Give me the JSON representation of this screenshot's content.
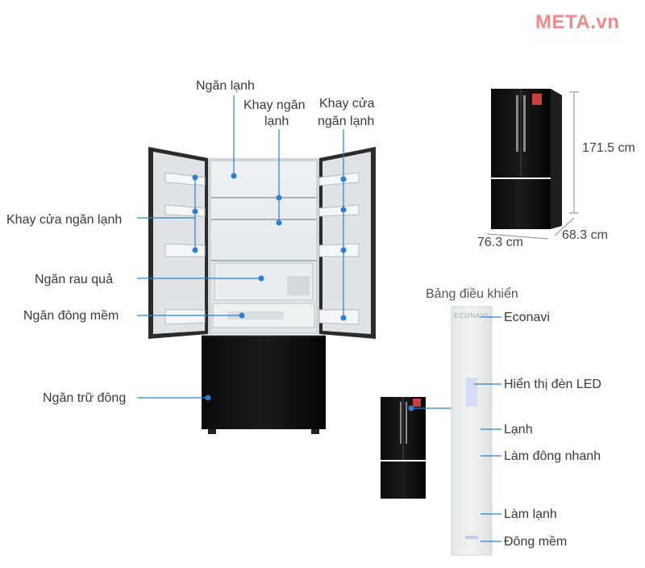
{
  "brand": {
    "logo": "META.vn"
  },
  "dimensions": {
    "height": "171.5 cm",
    "width": "76.3 cm",
    "depth": "68.3 cm"
  },
  "fridge_labels": {
    "ngan_lanh": "Ngăn lạnh",
    "khay_ngan_lanh_1": "Khay ngăn",
    "khay_ngan_lanh_2": "lạnh",
    "khay_cua_right_1": "Khay cửa",
    "khay_cua_right_2": "ngăn lạnh",
    "khay_cua_left": "Khay cửa ngăn lạnh",
    "ngan_rau_qua": "Ngăn rau quả",
    "ngan_dong_mem": "Ngăn đông mềm",
    "ngan_tru_dong": "Ngăn trữ đông"
  },
  "control_panel": {
    "title": "Bảng điều khiển",
    "panel_text": "ECONAVI",
    "items": [
      "Econavi",
      "Hiển thị đèn LED",
      "Lạnh",
      "Làm đông nhanh",
      "Làm lạnh",
      "Đông mềm"
    ]
  },
  "colors": {
    "pointer": "#2a7fd4",
    "logo": "#f08a8a"
  }
}
